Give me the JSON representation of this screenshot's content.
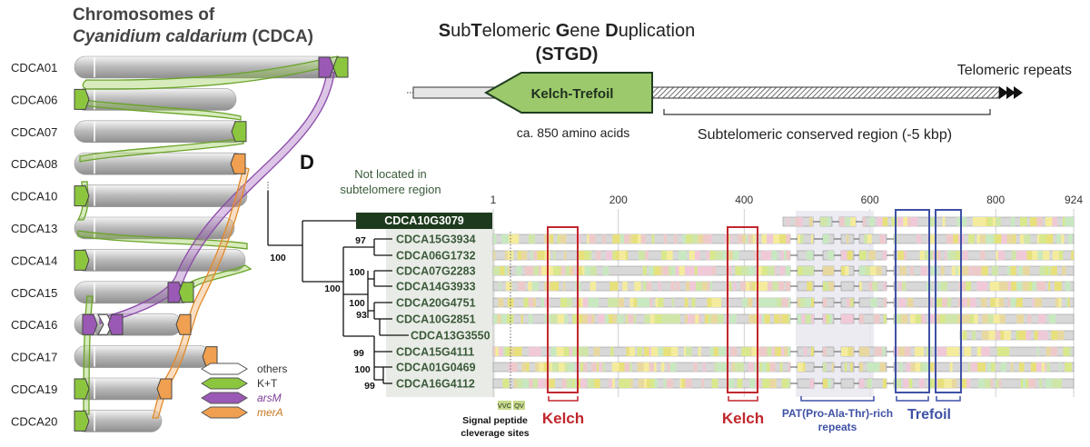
{
  "left_panel": {
    "title_line1": "Chromosomes of",
    "title_italic": "Cyanidium caldarium",
    "title_suffix": " (CDCA)",
    "chromosomes": [
      "CDCA01",
      "CDCA06",
      "CDCA07",
      "CDCA08",
      "CDCA10",
      "CDCA13",
      "CDCA14",
      "CDCA15",
      "CDCA16",
      "CDCA17",
      "CDCA19",
      "CDCA20"
    ],
    "legend": [
      {
        "label": "others",
        "color": "#ffffff",
        "italic": false,
        "text_color": "#333333"
      },
      {
        "label": "K+T",
        "color": "#8cc63f",
        "italic": false,
        "text_color": "#333333"
      },
      {
        "label": "arsM",
        "color": "#9b59b6",
        "italic": true,
        "text_color": "#7d3c98"
      },
      {
        "label": "merA",
        "color": "#f0a050",
        "italic": true,
        "text_color": "#c8771f"
      }
    ],
    "colors": {
      "kt": "#8cc63f",
      "arsm": "#9b59b6",
      "mera": "#f0a050",
      "chrom": "#bdbdbd"
    }
  },
  "stgd": {
    "title": "SubTelomeric Gene Duplication",
    "acronym": "(STGD)",
    "gene_label": "Kelch-Trefoil",
    "gene_size": "ca. 850 amino acids",
    "region_label": "Subtelomeric conserved region (-5 kbp)",
    "repeats_label": "Telomeric repeats"
  },
  "panel_d": {
    "panel_letter": "D",
    "note_line1": "Not located in",
    "note_line2": "subtelomere region",
    "ticks": [
      "1",
      "200",
      "400",
      "600",
      "800",
      "924"
    ],
    "outgroup": "CDCA10G3079",
    "genes": [
      "CDCA15G3934",
      "CDCA06G1732",
      "CDCA07G2283",
      "CDCA14G3933",
      "CDCA20G4751",
      "CDCA10G2851",
      "CDCA13G3550",
      "CDCA15G4111",
      "CDCA01G0469",
      "CDCA16G4112"
    ],
    "bootstrap": [
      "100",
      "100",
      "97",
      "100",
      "100",
      "93",
      "99",
      "100",
      "99"
    ],
    "signal_sites": [
      "VVC",
      "QV"
    ],
    "signal_label_line1": "Signal peptide",
    "signal_label_line2": "cleverage sites",
    "kelch_label": "Kelch",
    "pat_label_line1": "PAT(Pro-Ala-Thr)-rich",
    "pat_label_line2": "repeats",
    "trefoil_label": "Trefoil",
    "colors": {
      "kelch": "#c0272d",
      "trefoil": "#3f51a5",
      "pat": "#3f51a5",
      "gene_fill": "#1e3a1e",
      "green_text": "#3a5a3a"
    }
  }
}
